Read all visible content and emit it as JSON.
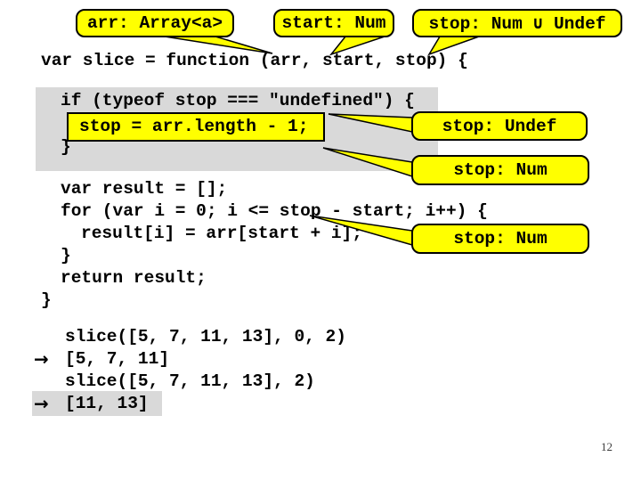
{
  "slide": {
    "page_number": "12",
    "colors": {
      "background": "#ffffff",
      "callout_bg": "#ffff00",
      "callout_border": "#000000",
      "code_block_bg": "#d9d9d9",
      "highlight_bg": "#ffff00",
      "code_text": "#000000"
    },
    "callouts": {
      "arr": "arr: Array<a>",
      "start": "start: Num",
      "stop_union": "stop: Num ∪ Undef",
      "stop_undef": "stop: Undef",
      "stop_num_1": "stop: Num",
      "stop_num_2": "stop: Num"
    },
    "code": {
      "line_fn_open": "var slice = function (arr, start, stop) {",
      "line_if": "if (typeof stop === \"undefined\") {",
      "line_assign": "stop = arr.length - 1;",
      "line_if_close": "}",
      "line_result": "var result = [];",
      "line_for": "for (var i = 0; i <= stop - start; i++) {",
      "line_body": "result[i] = arr[start + i];",
      "line_for_close": "}",
      "line_return": "return result;",
      "line_fn_close": "}"
    },
    "examples": {
      "arrow": "→",
      "call_1": "slice([5, 7, 11, 13], 0, 2)",
      "result_1": "[5, 7, 11]",
      "call_2": "slice([5, 7, 11, 13], 2)",
      "result_2": "[11, 13]"
    }
  }
}
